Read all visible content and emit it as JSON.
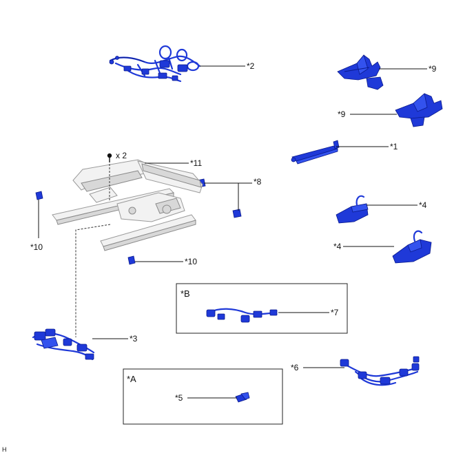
{
  "labels": {
    "c1": "*1",
    "c2": "*2",
    "c3": "*3",
    "c4a": "*4",
    "c4b": "*4",
    "c5": "*5",
    "c6": "*6",
    "c7": "*7",
    "c8": "*8",
    "c9a": "*9",
    "c9b": "*9",
    "c10a": "*10",
    "c10b": "*10",
    "c11": "*11",
    "bolt_qty": "x 2",
    "boxA": "*A",
    "boxB": "*B",
    "corner": "H"
  },
  "colors": {
    "part_blue": "#1f39d8",
    "frame_gray": "#d8d8d8"
  }
}
